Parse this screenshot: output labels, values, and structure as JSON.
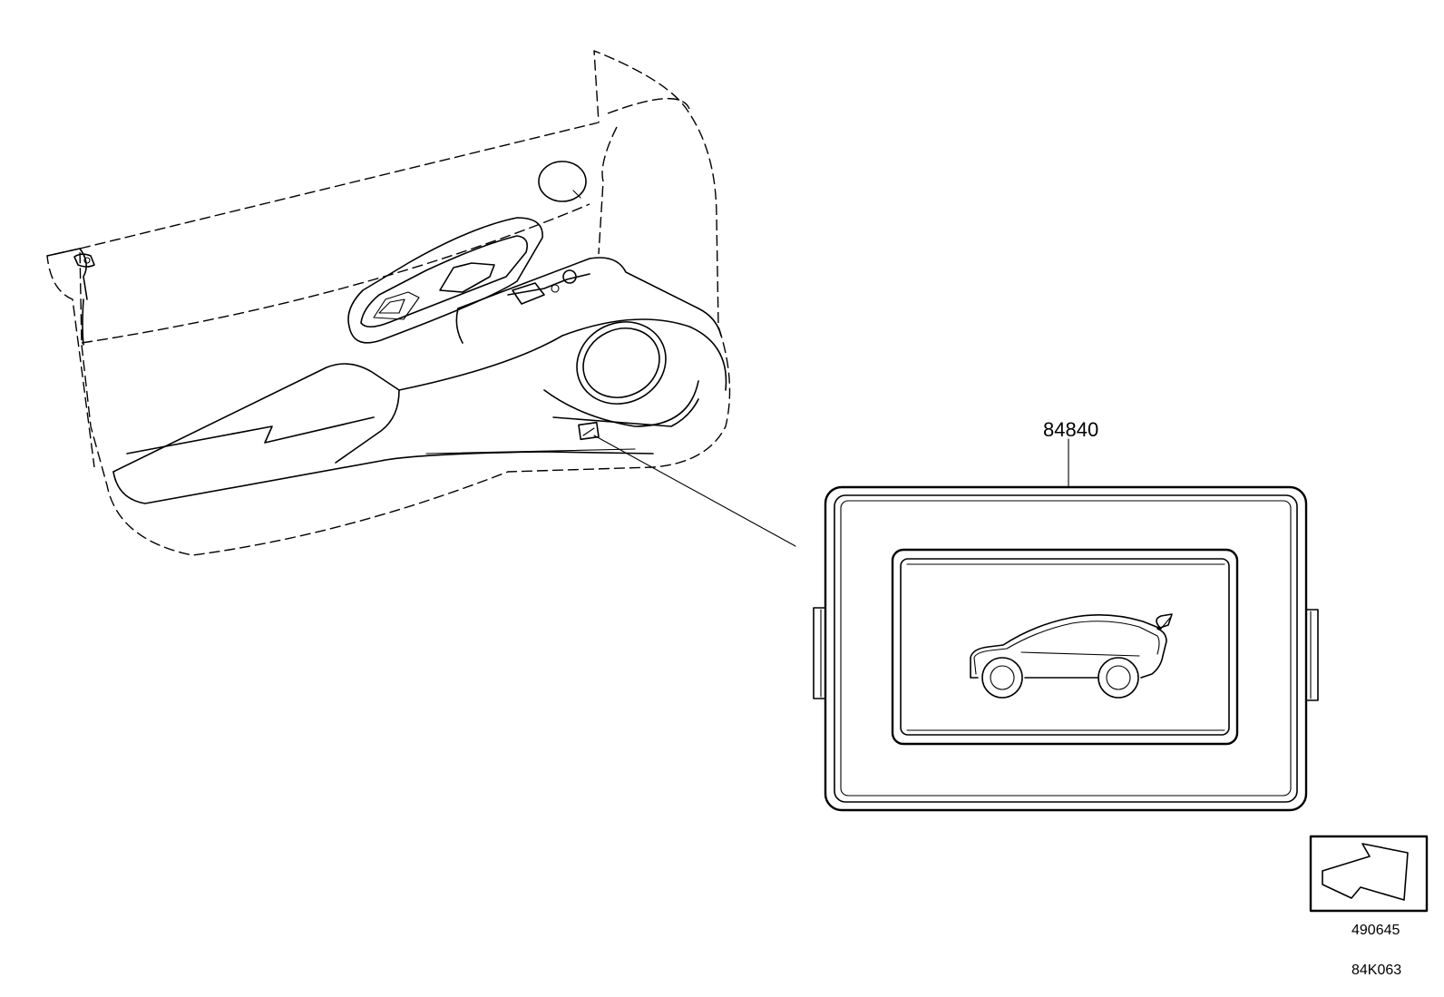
{
  "diagram": {
    "part_number": "84840",
    "image_code": "490645",
    "illustration_code": "84K063"
  },
  "icons": {
    "door_panel": "door-trim-panel-drawing",
    "switch": "trunk-opener-switch-drawing",
    "switch_symbol": "car-trunk-open-icon",
    "direction_arrow": "forward-direction-arrow-icon"
  }
}
